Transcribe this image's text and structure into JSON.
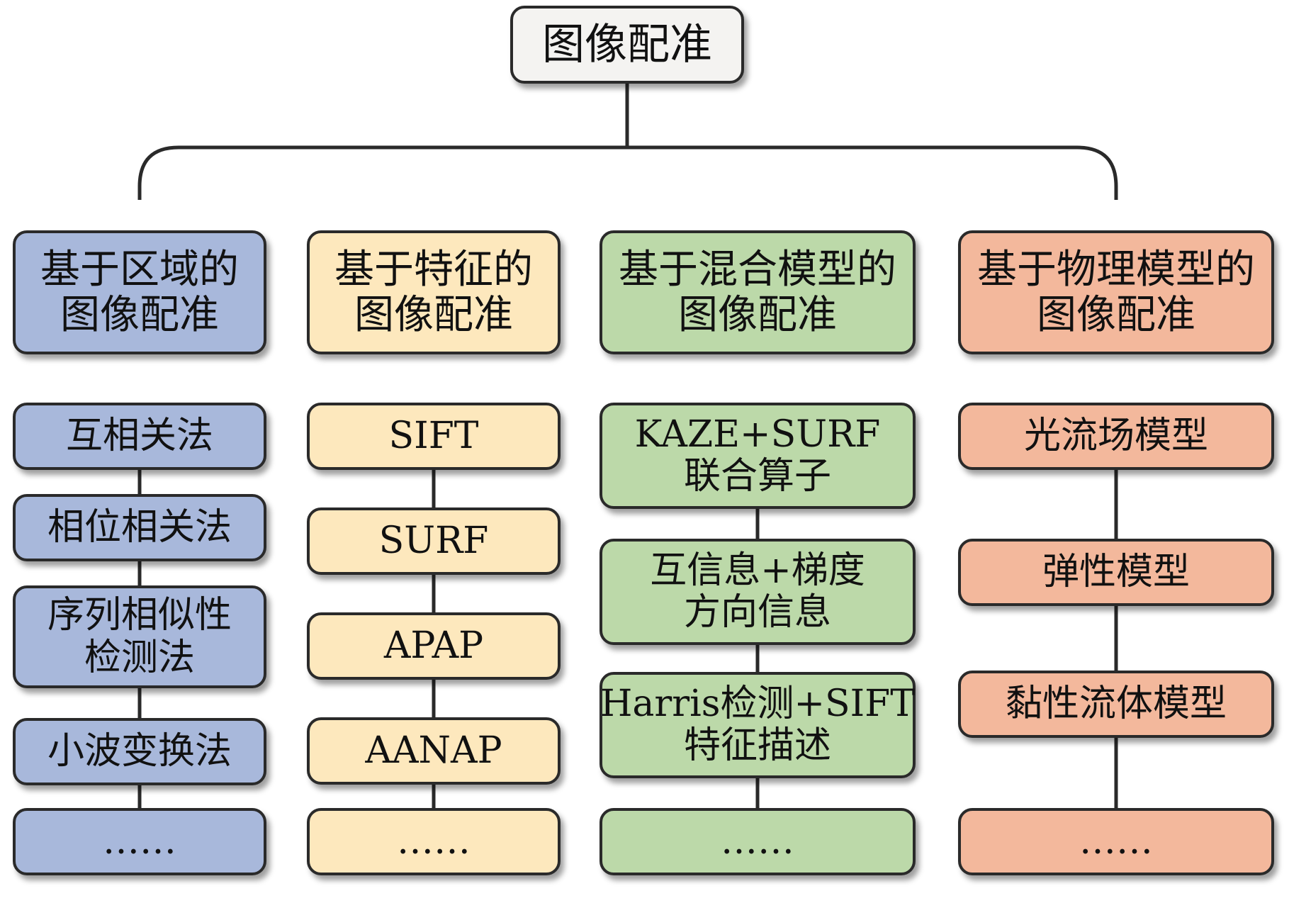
{
  "root": {
    "label": "图像配准"
  },
  "colors": {
    "blue": "#a8b8db",
    "yellow": "#fde8bd",
    "green": "#bcd9a9",
    "orange": "#f3b89c",
    "line": "#2a2a2a"
  },
  "categories": [
    {
      "id": "region",
      "color": "blue",
      "lines": [
        "基于区域的",
        "图像配准"
      ],
      "items": [
        {
          "lines": [
            "互相关法"
          ]
        },
        {
          "lines": [
            "相位相关法"
          ]
        },
        {
          "lines": [
            "序列相似性",
            "检测法"
          ]
        },
        {
          "lines": [
            "小波变换法"
          ]
        },
        {
          "lines": [
            "……"
          ]
        }
      ]
    },
    {
      "id": "feature",
      "color": "yellow",
      "lines": [
        "基于特征的",
        "图像配准"
      ],
      "items": [
        {
          "lines": [
            "SIFT"
          ]
        },
        {
          "lines": [
            "SURF"
          ]
        },
        {
          "lines": [
            "APAP"
          ]
        },
        {
          "lines": [
            "AANAP"
          ]
        },
        {
          "lines": [
            "……"
          ]
        }
      ]
    },
    {
      "id": "hybrid",
      "color": "green",
      "lines": [
        "基于混合模型的",
        "图像配准"
      ],
      "items": [
        {
          "lines": [
            "KAZE+SURF",
            "联合算子"
          ]
        },
        {
          "lines": [
            "互信息+梯度",
            "方向信息"
          ]
        },
        {
          "lines": [
            "Harris检测+SIFT",
            "特征描述"
          ]
        },
        {
          "lines": [
            "……"
          ]
        }
      ]
    },
    {
      "id": "physical",
      "color": "orange",
      "lines": [
        "基于物理模型的",
        "图像配准"
      ],
      "items": [
        {
          "lines": [
            "光流场模型"
          ]
        },
        {
          "lines": [
            "弹性模型"
          ]
        },
        {
          "lines": [
            "黏性流体模型"
          ]
        },
        {
          "lines": [
            "……"
          ]
        }
      ]
    }
  ]
}
